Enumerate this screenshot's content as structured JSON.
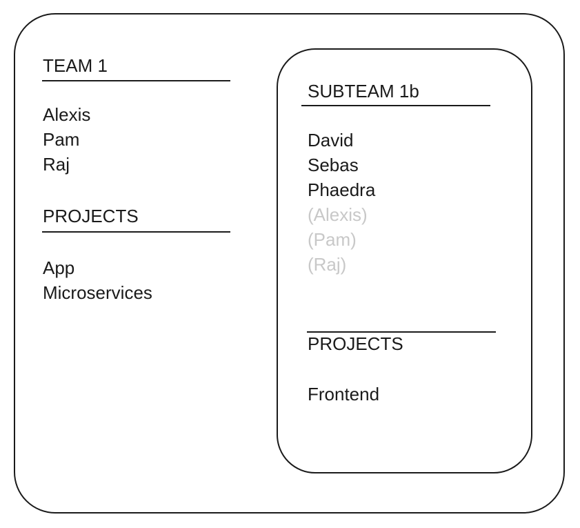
{
  "team": {
    "title": "TEAM 1",
    "members": [
      "Alexis",
      "Pam",
      "Raj"
    ],
    "projects_heading": "PROJECTS",
    "projects": [
      "App",
      "Microservices"
    ]
  },
  "subteam": {
    "title": "SUBTEAM 1b",
    "members": [
      "David",
      "Sebas",
      "Phaedra"
    ],
    "inherited_members": [
      "(Alexis)",
      "(Pam)",
      "(Raj)"
    ],
    "projects_heading": "PROJECTS",
    "projects": [
      "Frontend"
    ]
  },
  "colors": {
    "line": "#1a1a1a",
    "inherited_text": "#c8c8c8"
  }
}
